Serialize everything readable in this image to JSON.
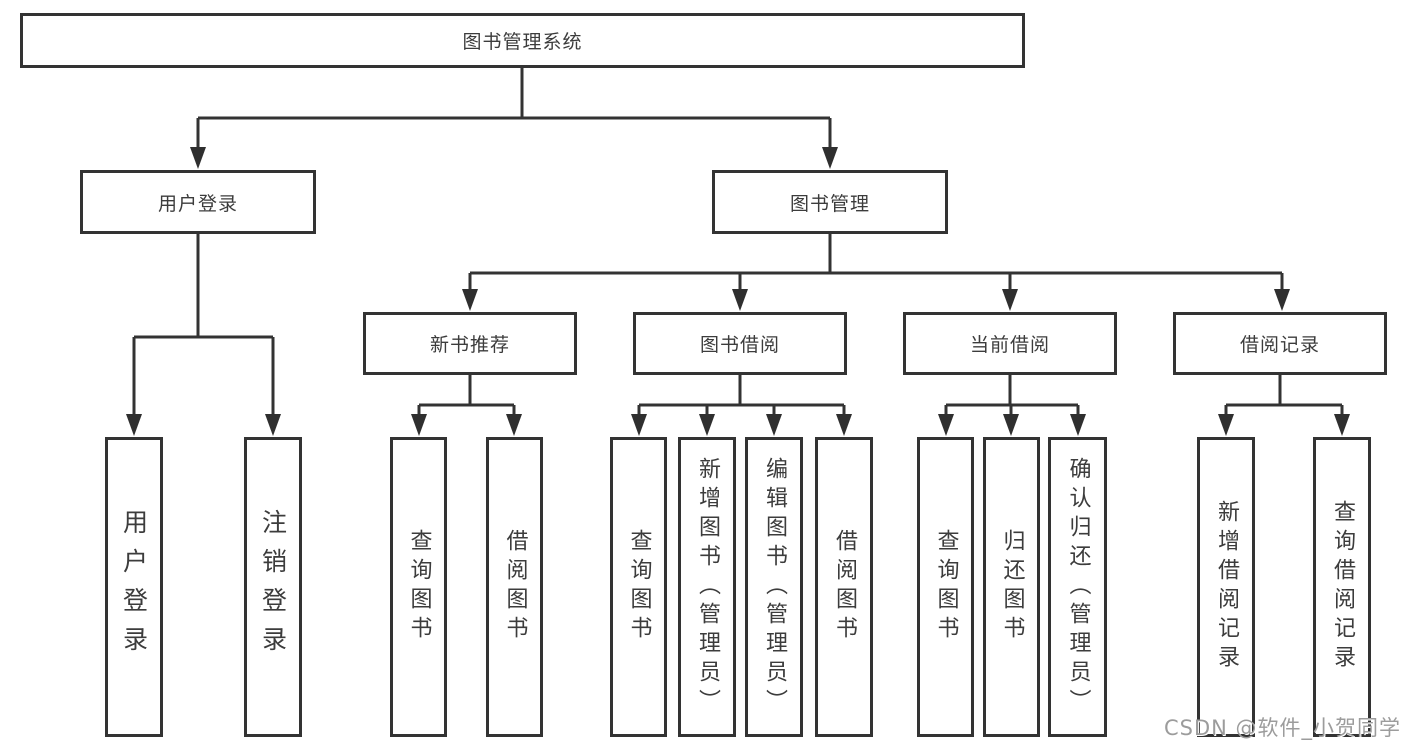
{
  "diagram": {
    "root": {
      "label": "图书管理系统"
    },
    "login_branch": {
      "label": "用户登录",
      "children": [
        {
          "label": "用户登录"
        },
        {
          "label": "注销登录"
        }
      ]
    },
    "mgmt_branch": {
      "label": "图书管理",
      "sections": [
        {
          "label": "新书推荐",
          "children": [
            {
              "label": "查询图书"
            },
            {
              "label": "借阅图书"
            }
          ]
        },
        {
          "label": "图书借阅",
          "children": [
            {
              "label": "查询图书"
            },
            {
              "label": "新增图书（管理员）"
            },
            {
              "label": "编辑图书（管理员）"
            },
            {
              "label": "借阅图书"
            }
          ]
        },
        {
          "label": "当前借阅",
          "children": [
            {
              "label": "查询图书"
            },
            {
              "label": "归还图书"
            },
            {
              "label": "确认归还（管理员）"
            }
          ]
        },
        {
          "label": "借阅记录",
          "children": [
            {
              "label": "新增借阅记录"
            },
            {
              "label": "查询借阅记录"
            }
          ]
        }
      ]
    },
    "colors": {
      "line": "#333333",
      "text": "#3c3c3c",
      "watermark": "#9c9c9c"
    },
    "watermark": "CSDN @软件_小贺同学"
  }
}
